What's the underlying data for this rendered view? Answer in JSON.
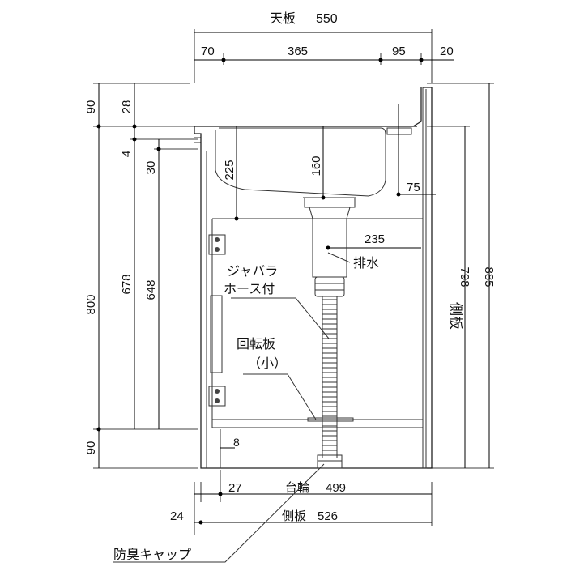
{
  "top_dims": {
    "tenban_label": "天板",
    "tenban_value": "550",
    "d70": "70",
    "d365": "365",
    "d95": "95",
    "d20": "20"
  },
  "left_dims": {
    "d90_top": "90",
    "d28": "28",
    "d4": "4",
    "d30": "30",
    "d800": "800",
    "d678": "678",
    "d648": "648",
    "d90_bottom": "90"
  },
  "inner_dims": {
    "d225": "225",
    "d160": "160",
    "d75": "75",
    "d235": "235",
    "d8": "8"
  },
  "right_dims": {
    "d798": "798",
    "d885": "885",
    "sokuban": "側板"
  },
  "bottom_dims": {
    "d27": "27",
    "dairin_label": "台輪",
    "dairin_value": "499",
    "d24": "24",
    "sokuban_label": "側板",
    "sokuban_value": "526"
  },
  "labels": {
    "jabara_line1": "ジャバラ",
    "jabara_line2": "ホース付",
    "haisui": "排水",
    "kaitenban": "回転板",
    "kaitenban_sub": "（小）",
    "boshu_cap": "防臭キャップ"
  }
}
